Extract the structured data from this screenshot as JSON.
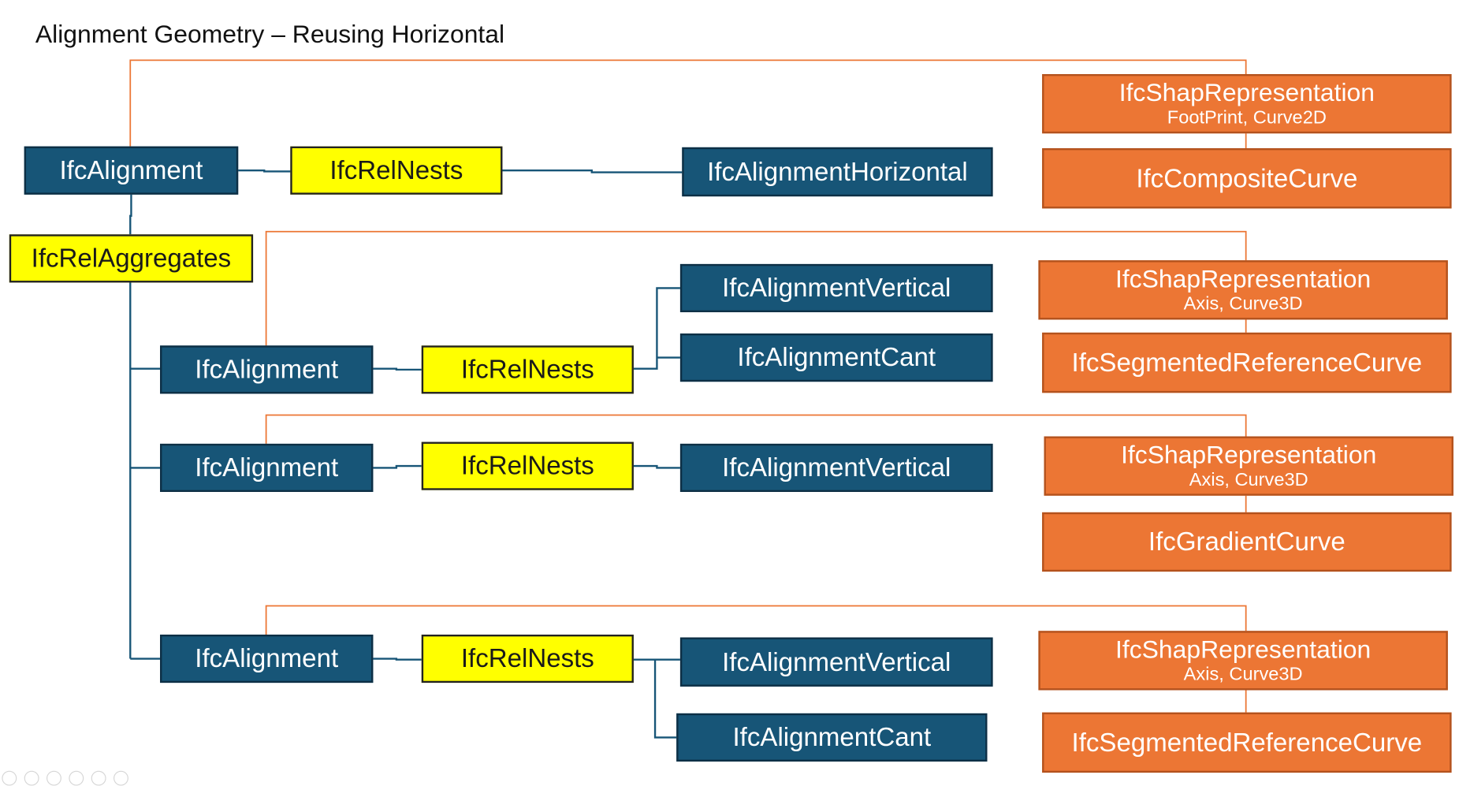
{
  "title": "Alignment Geometry – Reusing Horizontal",
  "colors": {
    "entity": "#175577",
    "relationship": "#ffff00",
    "representation": "#ec7634",
    "connector_blue": "#175577",
    "connector_orange": "#ec7634"
  },
  "nodes": {
    "alignment_root": "IfcAlignment",
    "rel_nests_root": "IfcRelNests",
    "horizontal": "IfcAlignmentHorizontal",
    "rel_aggregates": "IfcRelAggregates",
    "alignment_1": "IfcAlignment",
    "rel_nests_1": "IfcRelNests",
    "vertical_1": "IfcAlignmentVertical",
    "cant_1": "IfcAlignmentCant",
    "alignment_2": "IfcAlignment",
    "rel_nests_2": "IfcRelNests",
    "vertical_2": "IfcAlignmentVertical",
    "alignment_3": "IfcAlignment",
    "rel_nests_3": "IfcRelNests",
    "vertical_3": "IfcAlignmentVertical",
    "cant_3": "IfcAlignmentCant"
  },
  "representations": {
    "rep_0": {
      "name": "IfcShapRepresentation",
      "detail": "FootPrint, Curve2D"
    },
    "curve_0": "IfcCompositeCurve",
    "rep_1": {
      "name": "IfcShapRepresentation",
      "detail": "Axis, Curve3D"
    },
    "curve_1": "IfcSegmentedReferenceCurve",
    "rep_2": {
      "name": "IfcShapRepresentation",
      "detail": "Axis, Curve3D"
    },
    "curve_2": "IfcGradientCurve",
    "rep_3": {
      "name": "IfcShapRepresentation",
      "detail": "Axis, Curve3D"
    },
    "curve_3": "IfcSegmentedReferenceCurve"
  }
}
